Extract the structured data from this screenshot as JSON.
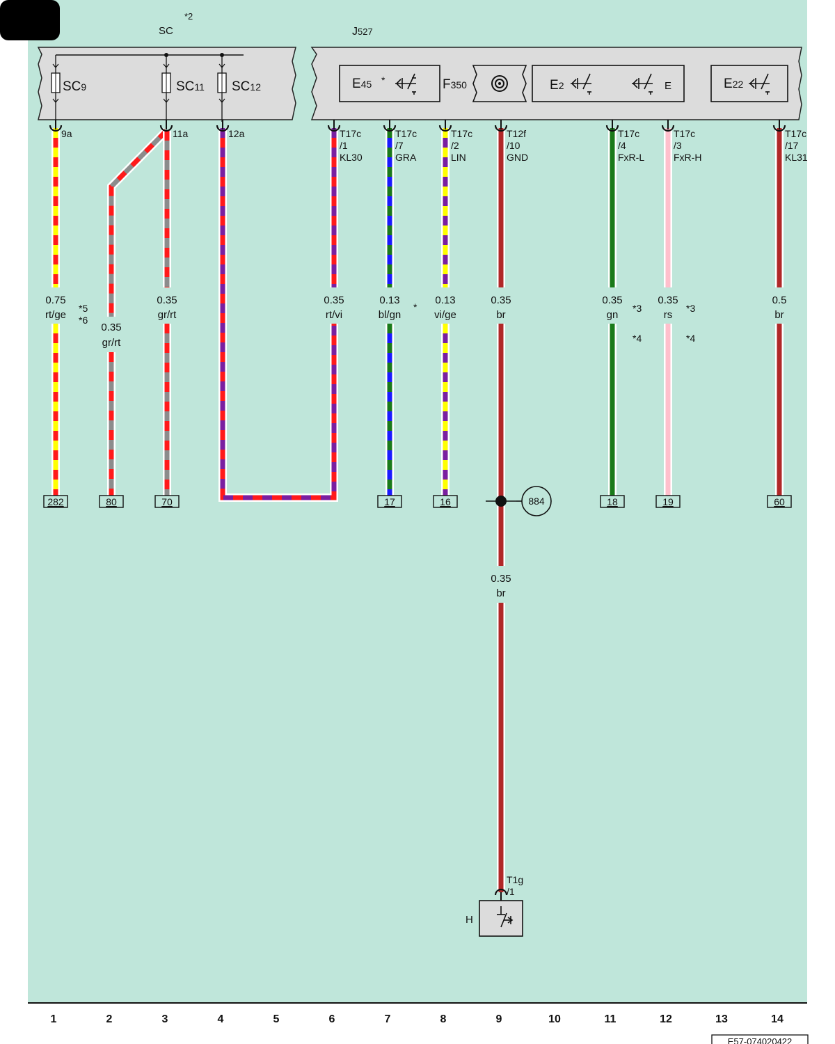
{
  "colors": {
    "background": "#bfe6da",
    "housing": "#dcdcdc",
    "rt": "#ff1a1a",
    "ge": "#ffff00",
    "gr": "#8c8c8c",
    "vi": "#7a1fa0",
    "bl": "#1a1aff",
    "gn": "#1a7a1a",
    "br": "#b02828",
    "rs": "#ffbfcc"
  },
  "header": {
    "sc_label": "SC",
    "sc_note": "*2",
    "j527_label": "J527",
    "sc_main": "SC",
    "j_main": "J",
    "j_sub": "527"
  },
  "fuses": [
    {
      "main": "SC",
      "sub": "9",
      "pin": "9a"
    },
    {
      "main": "SC",
      "sub": "11",
      "pin": "11a"
    },
    {
      "main": "SC",
      "sub": "12",
      "pin": "12a"
    }
  ],
  "components": {
    "e45": {
      "main": "E",
      "sub": "45",
      "star": "*"
    },
    "f350": {
      "main": "F",
      "sub": "350"
    },
    "e2": {
      "main": "E",
      "sub": "2",
      "suffix": "E"
    },
    "e22": {
      "main": "E",
      "sub": "22"
    },
    "horn": {
      "label": "H"
    },
    "ground_point": {
      "label": "884"
    }
  },
  "connectors": [
    {
      "line1": "T17c",
      "line2": "/1",
      "line3": "KL30"
    },
    {
      "line1": "T17c",
      "line2": "/7",
      "line3": "GRA"
    },
    {
      "line1": "T17c",
      "line2": "/2",
      "line3": "LIN"
    },
    {
      "line1": "T12f",
      "line2": "/10",
      "line3": "GND"
    },
    {
      "line1": "T17c",
      "line2": "/4",
      "line3": "FxR-L"
    },
    {
      "line1": "T17c",
      "line2": "/3",
      "line3": "FxR-H"
    },
    {
      "line1": "T17c",
      "line2": "/17",
      "line3": "KL31"
    }
  ],
  "horn_connector": {
    "line1": "T1g",
    "line2": "/1"
  },
  "wires": [
    {
      "size": "0.75",
      "color": "rt/ge",
      "ref": "282",
      "notes": [
        "*5",
        "*6"
      ]
    },
    {
      "size": "0.35",
      "color": "gr/rt",
      "ref": "80"
    },
    {
      "size": "0.35",
      "color": "gr/rt",
      "ref": "70"
    },
    {
      "size": "0.35",
      "color": "rt/vi"
    },
    {
      "size": "0.13",
      "color": "bl/gn",
      "ref": "17",
      "notes": [
        "*"
      ]
    },
    {
      "size": "0.13",
      "color": "vi/ge",
      "ref": "16"
    },
    {
      "size": "0.35",
      "color": "br"
    },
    {
      "size": "0.35",
      "color": "gn",
      "ref": "18",
      "notes": [
        "*3",
        "*4"
      ]
    },
    {
      "size": "0.35",
      "color": "rs",
      "ref": "19",
      "notes": [
        "*3",
        "*4"
      ]
    },
    {
      "size": "0.5",
      "color": "br",
      "ref": "60"
    },
    {
      "size": "0.35",
      "color": "br"
    }
  ],
  "track_numbers": [
    "1",
    "2",
    "3",
    "4",
    "5",
    "6",
    "7",
    "8",
    "9",
    "10",
    "11",
    "12",
    "13",
    "14"
  ],
  "footer": {
    "code": "E57-074020422"
  }
}
